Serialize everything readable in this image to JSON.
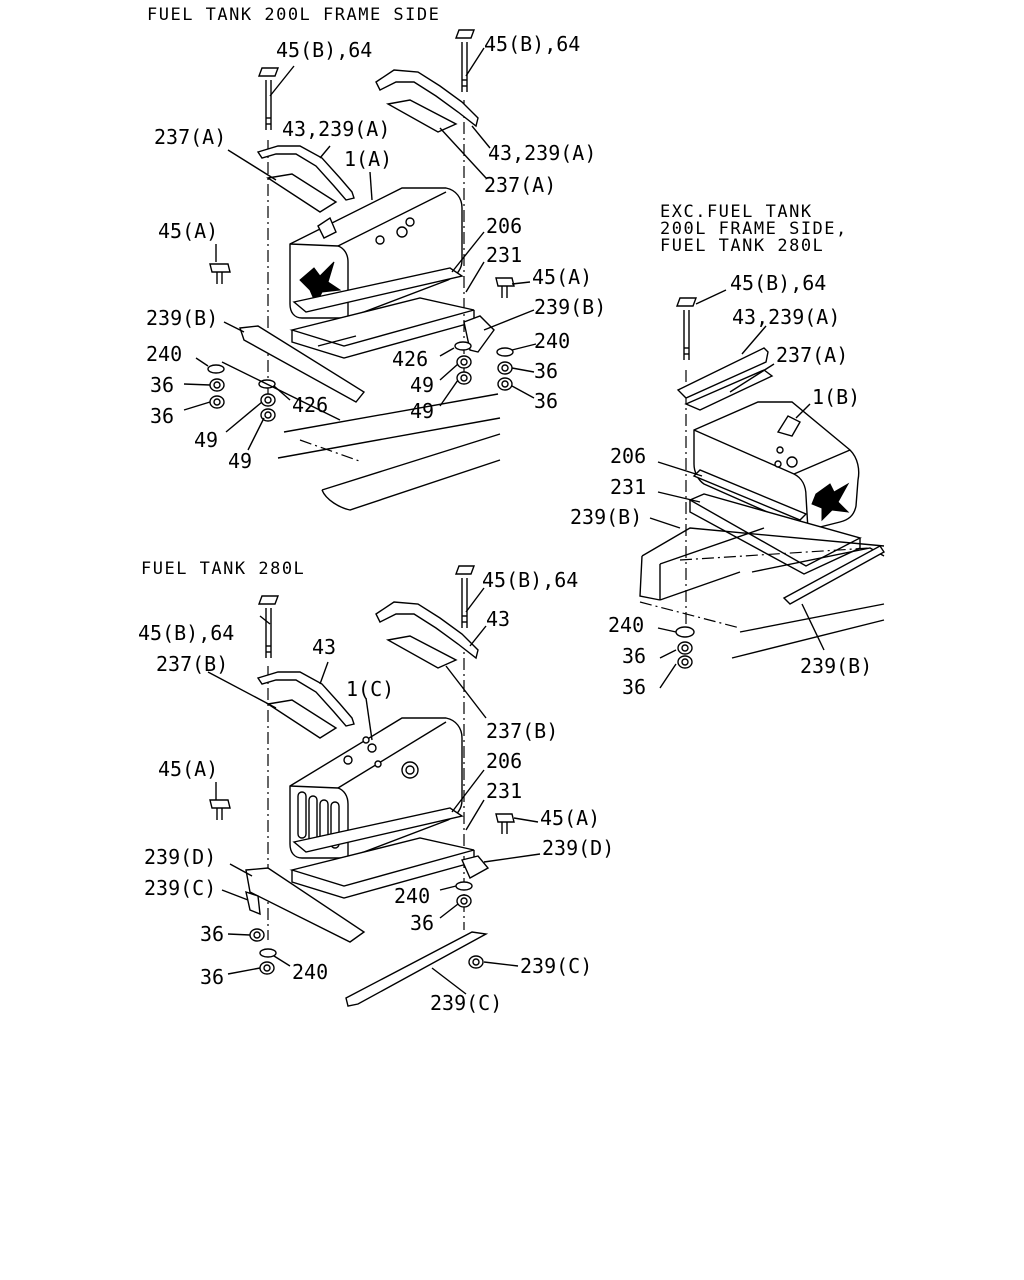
{
  "sections": {
    "a": {
      "title": "FUEL TANK 200L FRAME SIDE"
    },
    "b": {
      "title": "FUEL TANK 280L"
    },
    "c": {
      "title_lines": [
        "EXC.FUEL TANK",
        "200L FRAME SIDE,",
        "FUEL TANK 280L"
      ]
    }
  },
  "callouts": {
    "a": [
      "45(B),64",
      "45(B),64",
      "237(A)",
      "43,239(A)",
      "43,239(A)",
      "1(A)",
      "237(A)",
      "45(A)",
      "206",
      "231",
      "45(A)",
      "239(B)",
      "239(B)",
      "240",
      "240",
      "426",
      "36",
      "36",
      "36",
      "36",
      "49",
      "49",
      "426",
      "49",
      "49"
    ],
    "b": [
      "45(B),64",
      "45(B),64",
      "43",
      "43",
      "237(B)",
      "1(C)",
      "237(B)",
      "45(A)",
      "206",
      "231",
      "45(A)",
      "239(D)",
      "239(D)",
      "239(C)",
      "240",
      "36",
      "36",
      "240",
      "36",
      "239(C)"
    ],
    "c": [
      "45(B),64",
      "43,239(A)",
      "237(A)",
      "1(B)",
      "206",
      "231",
      "239(B)",
      "240",
      "36",
      "36",
      "239(B)"
    ]
  }
}
